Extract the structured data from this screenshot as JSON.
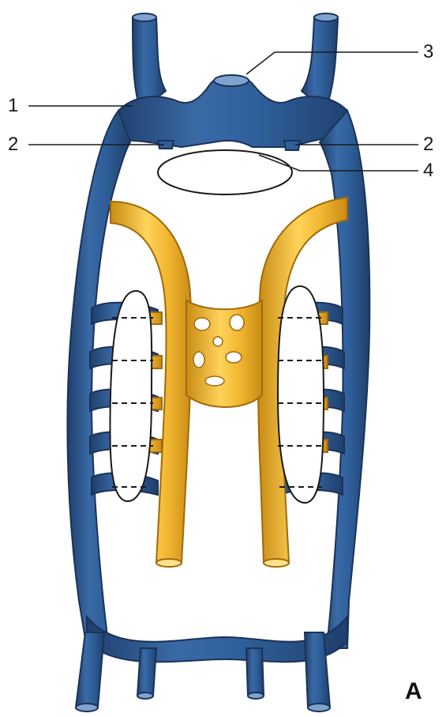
{
  "figure": {
    "panel_letter": "A",
    "callouts": [
      "1",
      "2",
      "2",
      "3",
      "4"
    ],
    "colors": {
      "venous_blue": "#2f5f9a",
      "venous_blue_dark": "#1f3f6c",
      "venous_highlight": "#7fa3cf",
      "yellow_vessel": "#f2b731",
      "yellow_highlight": "#ffe28a",
      "yellow_dark": "#c98b14",
      "background": "#ffffff"
    }
  }
}
